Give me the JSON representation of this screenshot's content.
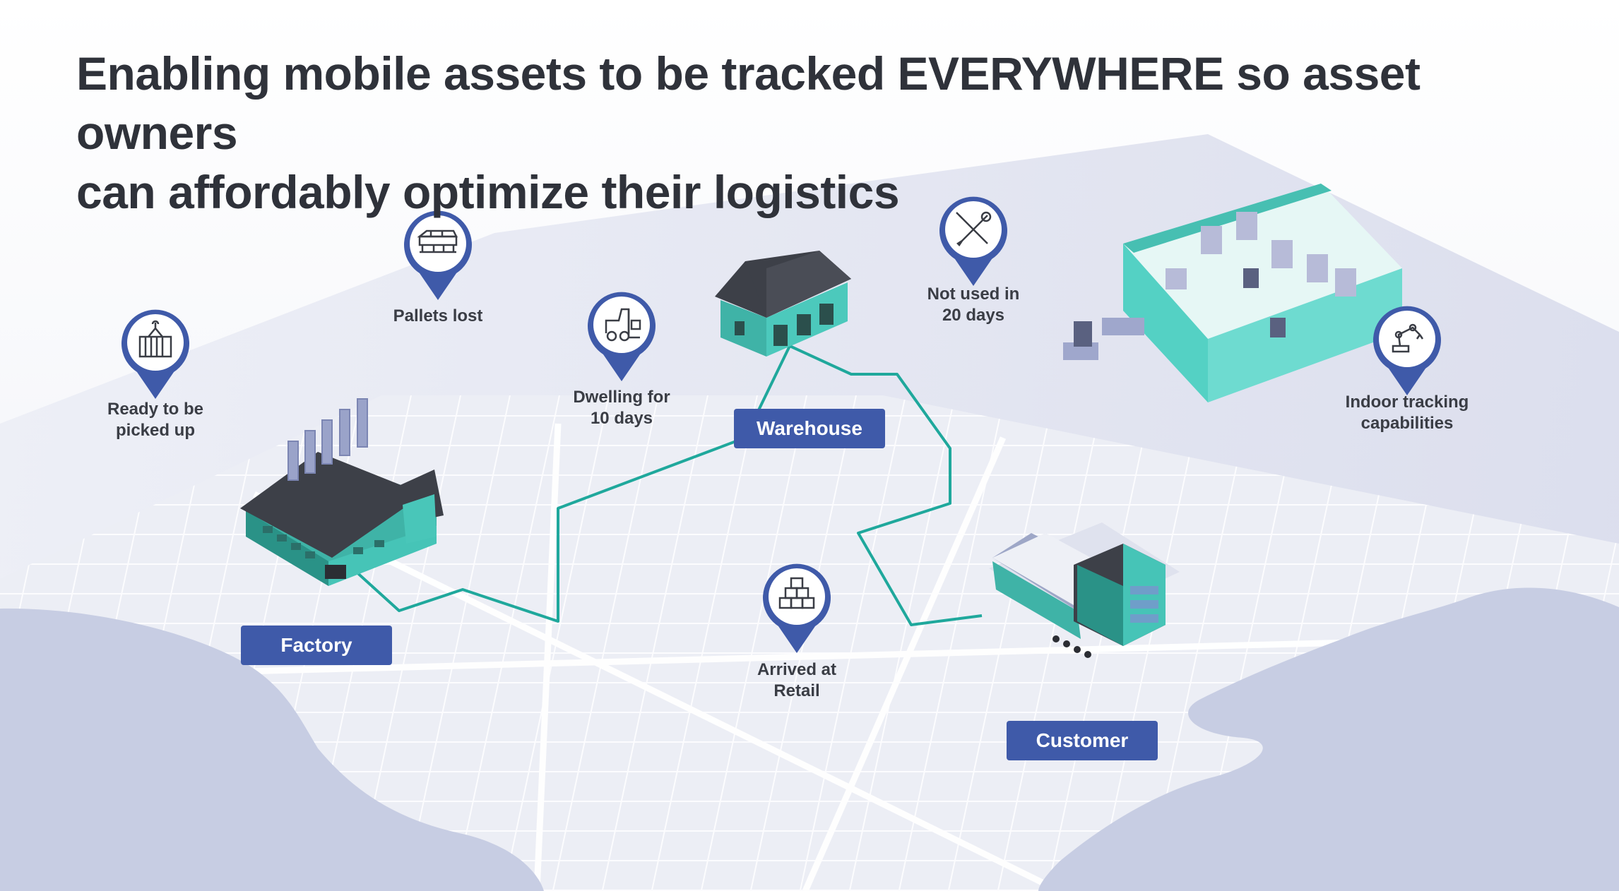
{
  "title": {
    "line1": "Enabling mobile assets to be tracked EVERYWHERE so asset owners",
    "line2": "can affordably optimize their logistics"
  },
  "locations": {
    "factory": "Factory",
    "warehouse": "Warehouse",
    "customer": "Customer"
  },
  "markers": {
    "ready": {
      "label": "Ready to be\npicked up",
      "icon": "container-crane-icon"
    },
    "pallets": {
      "label": "Pallets lost",
      "icon": "pallet-icon"
    },
    "dwelling": {
      "label": "Dwelling for\n10 days",
      "icon": "forklift-icon"
    },
    "notused": {
      "label": "Not used in\n20 days",
      "icon": "wrench-screwdriver-icon"
    },
    "indoor": {
      "label": "Indoor tracking\ncapabilities",
      "icon": "robot-arm-icon"
    },
    "arrived": {
      "label": "Arrived at\nRetail",
      "icon": "boxes-icon"
    }
  },
  "colors": {
    "route": "#1fa89c",
    "label_bg": "#3f5aa9",
    "pin": "#3f5aa9",
    "building_teal": "#49c6b9",
    "building_roof": "#3d4048",
    "water": "#c7cde3",
    "land": "#eceef5"
  }
}
